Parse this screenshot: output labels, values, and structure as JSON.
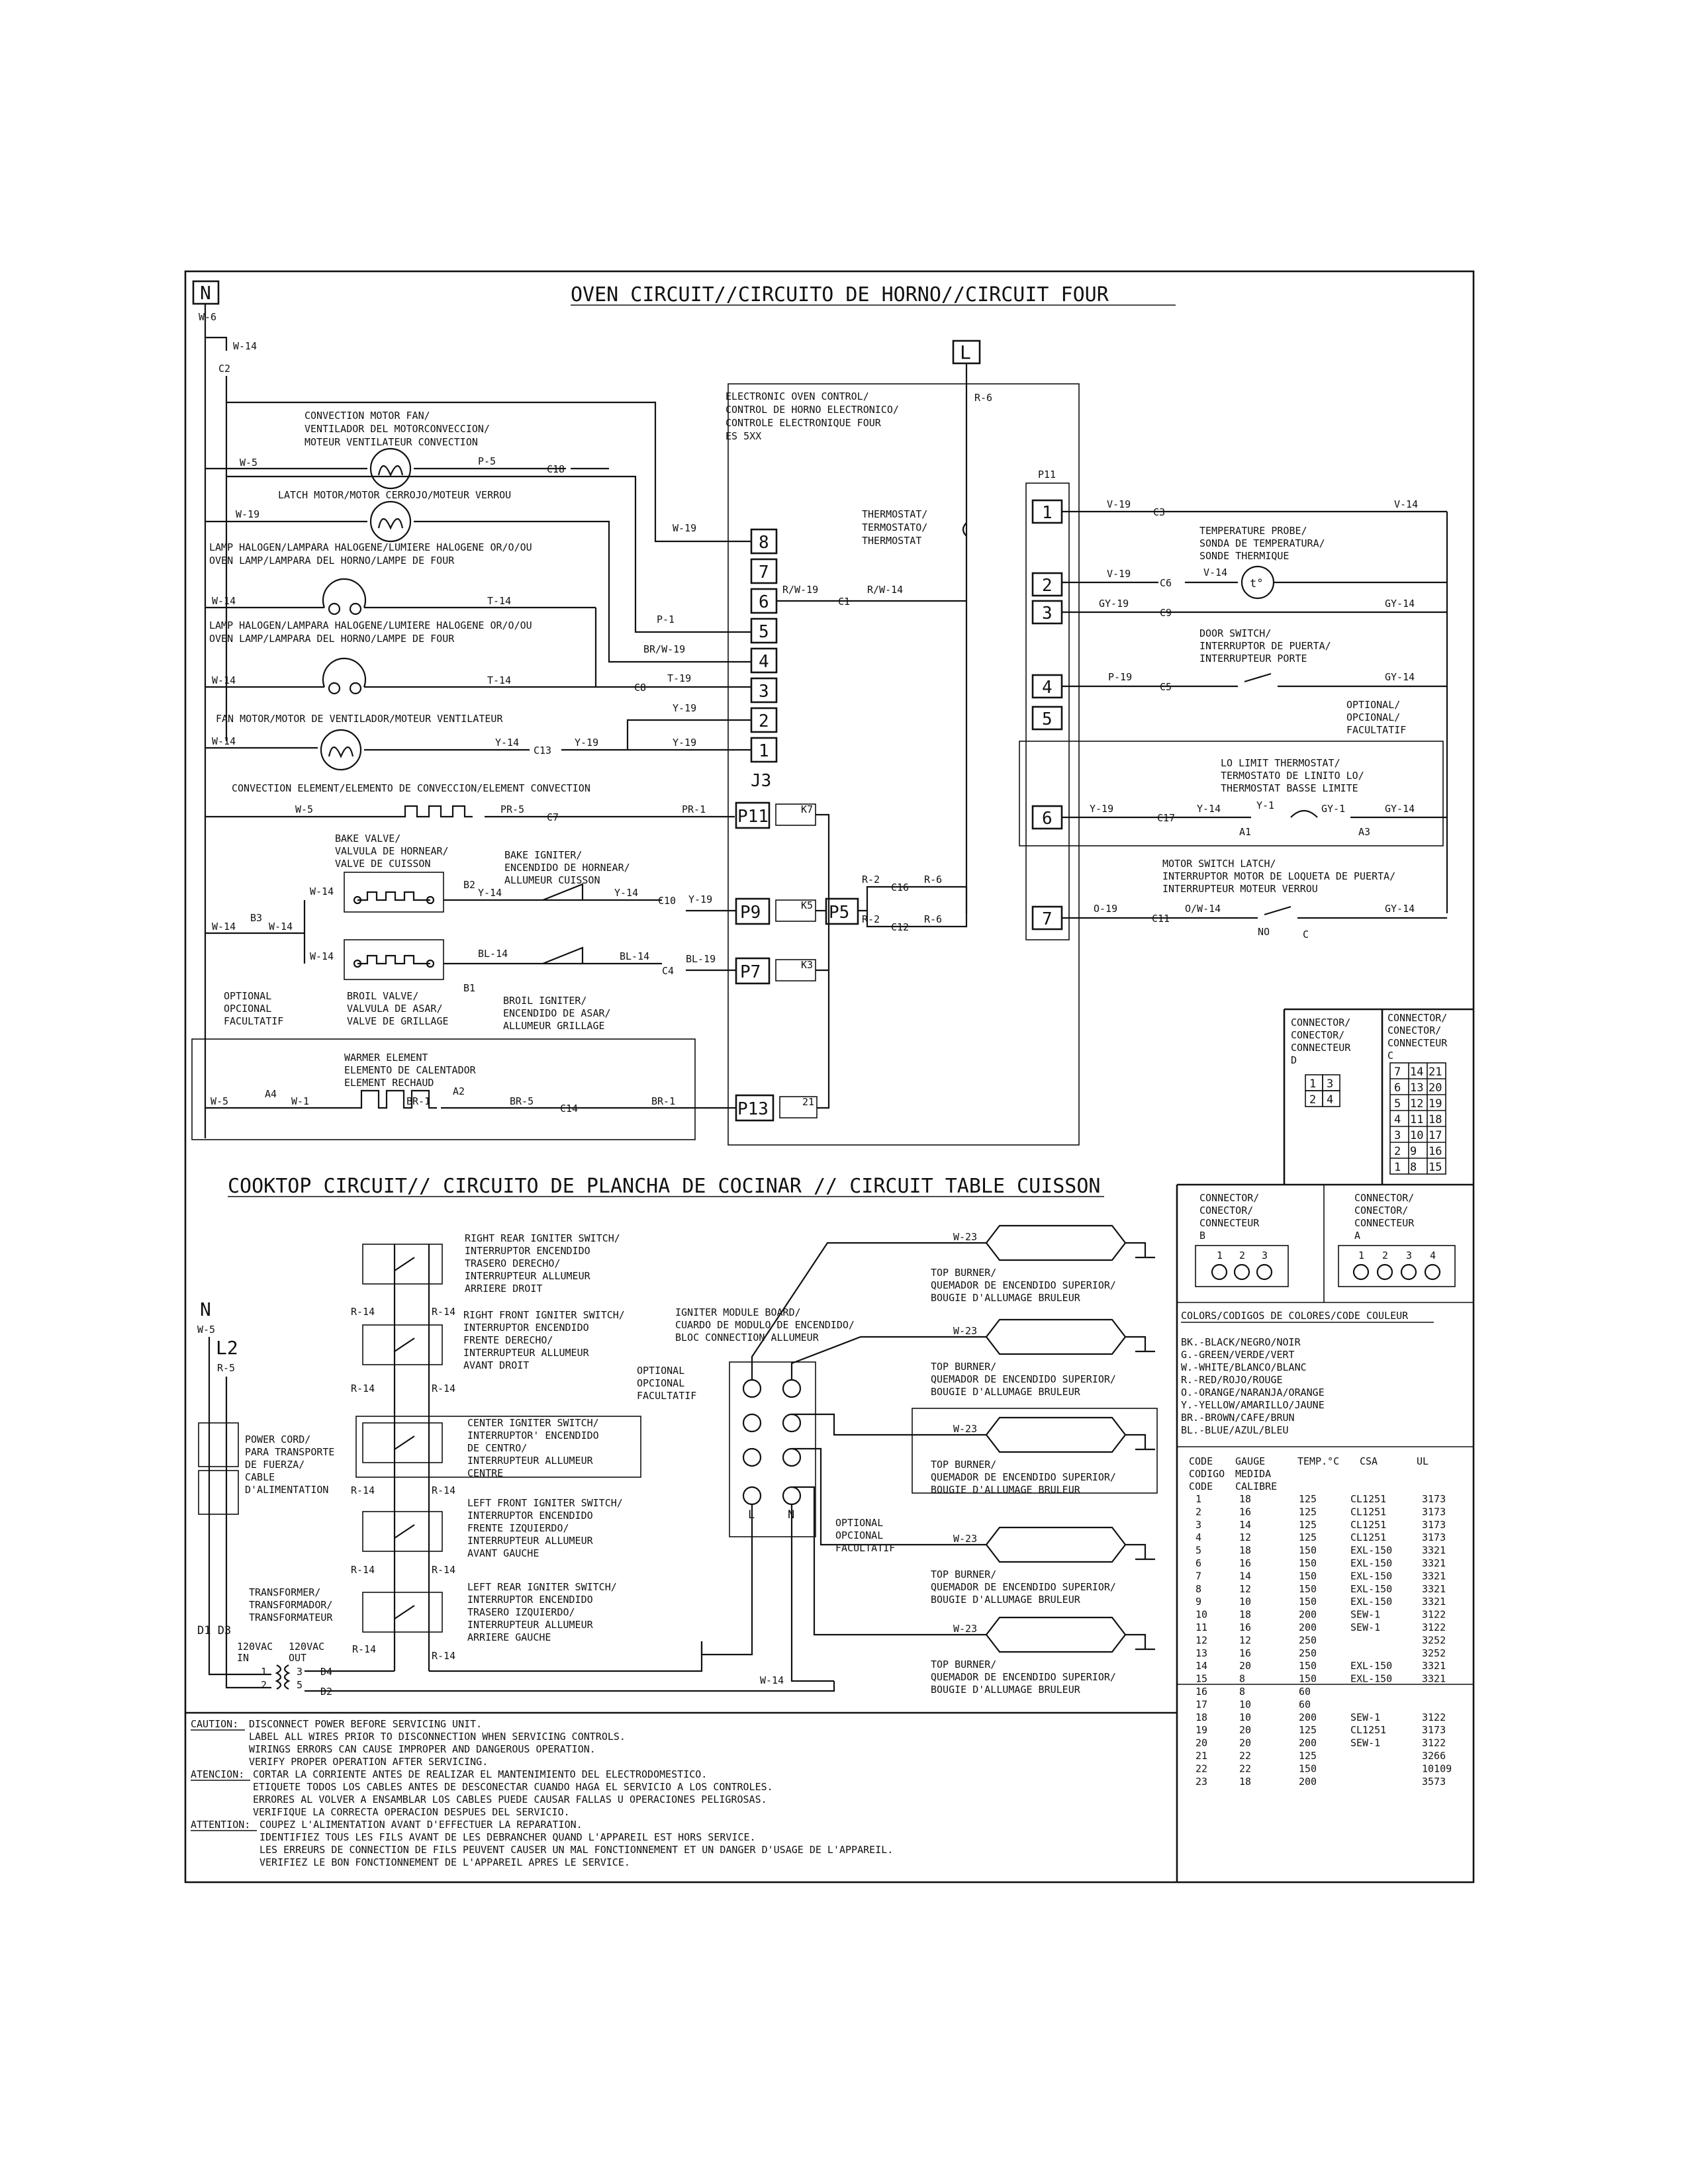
{
  "oven": {
    "title": "OVEN CIRCUIT//CIRCUITO DE HORNO//CIRCUIT FOUR",
    "n": "N",
    "l": "L",
    "eoc": [
      "ELECTRONIC OVEN CONTROL/",
      "CONTROL DE HORNO ELECTRONICO/",
      "CONTROLE ELECTRONIQUE FOUR",
      "ES 5XX"
    ],
    "thermostat": [
      "THERMOSTAT/",
      "TERMOSTATO/",
      "THERMOSTAT"
    ],
    "conv_fan": [
      "CONVECTION MOTOR FAN/",
      "VENTILADOR DEL MOTORCONVECCION/",
      "MOTEUR VENTILATEUR CONVECTION"
    ],
    "latch_motor": "LATCH MOTOR/MOTOR CERROJO/MOTEUR VERROU",
    "lamp1": [
      "LAMP HALOGEN/LAMPARA HALOGENE/LUMIERE HALOGENE OR/O/OU",
      "OVEN LAMP/LAMPARA DEL HORNO/LAMPE DE FOUR"
    ],
    "lamp2": [
      "LAMP HALOGEN/LAMPARA HALOGENE/LUMIERE HALOGENE OR/O/OU",
      "OVEN LAMP/LAMPARA DEL HORNO/LAMPE DE FOUR"
    ],
    "fan_motor": "FAN MOTOR/MOTOR DE VENTILADOR/MOTEUR VENTILATEUR",
    "conv_element": "CONVECTION ELEMENT/ELEMENTO DE CONVECCION/ELEMENT CONVECTION",
    "bake_valve": [
      "BAKE VALVE/",
      "VALVULA DE HORNEAR/",
      "VALVE DE CUISSON"
    ],
    "bake_igniter": [
      "BAKE IGNITER/",
      "ENCENDIDO DE HORNEAR/",
      "ALLUMEUR CUISSON"
    ],
    "broil_valve": [
      "BROIL VALVE/",
      "VALVULA DE ASAR/",
      "VALVE DE GRILLAGE"
    ],
    "broil_igniter": [
      "BROIL IGNITER/",
      "ENCENDIDO DE ASAR/",
      "ALLUMEUR GRILLAGE"
    ],
    "optional": [
      "OPTIONAL",
      "OPCIONAL",
      "FACULTATIF"
    ],
    "optional_slash": [
      "OPTIONAL/",
      "OPCIONAL/",
      "FACULTATIF"
    ],
    "warmer": [
      "WARMER ELEMENT",
      "ELEMENTO DE CALENTADOR",
      "ELEMENT RECHAUD"
    ],
    "temp_probe": [
      "TEMPERATURE PROBE/",
      "SONDA DE TEMPERATURA/",
      "SONDE THERMIQUE"
    ],
    "door_switch": [
      "DOOR SWITCH/",
      "INTERRUPTOR DE PUERTA/",
      "INTERRUPTEUR PORTE"
    ],
    "lo_limit": [
      "LO LIMIT THERMOSTAT/",
      "TERMOSTATO DE LINITO LO/",
      "THERMOSTAT BASSE LIMITE"
    ],
    "motor_latch": [
      "MOTOR SWITCH LATCH/",
      "INTERRUPTOR MOTOR DE LOQUETA DE PUERTA/",
      "INTERRUPTEUR MOTEUR VERROU"
    ],
    "j3": "J3",
    "p11": "P11",
    "j3_pins": [
      "8",
      "7",
      "6",
      "5",
      "4",
      "3",
      "2",
      "1"
    ],
    "p11_pins": [
      "1",
      "2",
      "3",
      "4",
      "5",
      "6",
      "7"
    ],
    "relays": [
      "P11",
      "P9",
      "P7",
      "P13",
      "P5"
    ],
    "relay_tags": [
      "K7",
      "K5",
      "K3",
      "21"
    ],
    "no": "NO",
    "c": "C",
    "wires": {
      "w6": "W-6",
      "w14": "W-14",
      "c2": "C2",
      "w5": "W-5",
      "p5": "P-5",
      "c18": "C18",
      "w19": "W-19",
      "t14": "T-14",
      "p1": "P-1",
      "brw19": "BR/W-19",
      "c8": "C8",
      "t19": "T-19",
      "y19": "Y-19",
      "y14": "Y-14",
      "c13": "C13",
      "pr5": "PR-5",
      "c7": "C7",
      "pr1": "PR-1",
      "rw19": "R/W-19",
      "c1": "C1",
      "rw14": "R/W-14",
      "r6": "R-6",
      "b2": "B2",
      "b3": "B3",
      "b1": "B1",
      "c10": "C10",
      "bl14": "BL-14",
      "bl19": "BL-19",
      "c4": "C4",
      "r2": "R-2",
      "c16": "C16",
      "c12": "C12",
      "a4": "A4",
      "a2": "A2",
      "w1": "W-1",
      "br1": "BR-1",
      "br5": "BR-5",
      "c14": "C14",
      "v19": "V-19",
      "c3": "C3",
      "v14": "V-14",
      "c6": "C6",
      "gy19": "GY-19",
      "c9": "C9",
      "gy14": "GY-14",
      "p19": "P-19",
      "c5": "C5",
      "c17": "C17",
      "a1": "A1",
      "a3": "A3",
      "gy1": "GY-1",
      "y1": "Y-1",
      "o19": "O-19",
      "c11": "C11",
      "ow14": "O/W-14"
    }
  },
  "connectors": {
    "d_label": [
      "CONNECTOR/",
      "CONECTOR/",
      "CONNECTEUR",
      "D"
    ],
    "d_grid": [
      [
        "1",
        "3"
      ],
      [
        "2",
        "4"
      ]
    ],
    "c_label": [
      "CONNECTOR/",
      "CONECTOR/",
      "CONNECTEUR",
      "C"
    ],
    "c_grid": [
      [
        "7",
        "14",
        "21"
      ],
      [
        "6",
        "13",
        "20"
      ],
      [
        "5",
        "12",
        "19"
      ],
      [
        "4",
        "11",
        "18"
      ],
      [
        "3",
        "10",
        "17"
      ],
      [
        "2",
        "9",
        "16"
      ],
      [
        "1",
        "8",
        "15"
      ]
    ],
    "b_label": [
      "CONNECTOR/",
      "CONECTOR/",
      "CONNECTEUR",
      "B"
    ],
    "b_pins": [
      "1",
      "2",
      "3"
    ],
    "a_label": [
      "CONNECTOR/",
      "CONECTOR/",
      "CONNECTEUR",
      "A"
    ],
    "a_pins": [
      "1",
      "2",
      "3",
      "4"
    ]
  },
  "colors": {
    "title": "COLORS/CODIGOS DE COLORES/CODE COULEUR",
    "items": [
      "BK.-BLACK/NEGRO/NOIR",
      "G.-GREEN/VERDE/VERT",
      "W.-WHITE/BLANCO/BLANC",
      "R.-RED/ROJO/ROUGE",
      "O.-ORANGE/NARANJA/ORANGE",
      "Y.-YELLOW/AMARILLO/JAUNE",
      "BR.-BROWN/CAFE/BRUN",
      "BL.-BLUE/AZUL/BLEU"
    ]
  },
  "gauge": {
    "head1": [
      "CODE",
      "GAUGE",
      "TEMP.°C",
      "CSA",
      "UL"
    ],
    "head2": [
      "CODIGO",
      "MEDIDA"
    ],
    "head3": [
      "CODE",
      "CALIBRE"
    ],
    "rows": [
      [
        "1",
        "18",
        "125",
        "CL1251",
        "3173"
      ],
      [
        "2",
        "16",
        "125",
        "CL1251",
        "3173"
      ],
      [
        "3",
        "14",
        "125",
        "CL1251",
        "3173"
      ],
      [
        "4",
        "12",
        "125",
        "CL1251",
        "3173"
      ],
      [
        "5",
        "18",
        "150",
        "EXL-150",
        "3321"
      ],
      [
        "6",
        "16",
        "150",
        "EXL-150",
        "3321"
      ],
      [
        "7",
        "14",
        "150",
        "EXL-150",
        "3321"
      ],
      [
        "8",
        "12",
        "150",
        "EXL-150",
        "3321"
      ],
      [
        "9",
        "10",
        "150",
        "EXL-150",
        "3321"
      ],
      [
        "10",
        "18",
        "200",
        "SEW-1",
        "3122"
      ],
      [
        "11",
        "16",
        "200",
        "SEW-1",
        "3122"
      ],
      [
        "12",
        "12",
        "250",
        "",
        "3252"
      ],
      [
        "13",
        "16",
        "250",
        "",
        "3252"
      ],
      [
        "14",
        "20",
        "150",
        "EXL-150",
        "3321"
      ],
      [
        "15",
        "8",
        "150",
        "EXL-150",
        "3321"
      ],
      [
        "16",
        "8",
        "60",
        "",
        ""
      ],
      [
        "17",
        "10",
        "60",
        "",
        ""
      ],
      [
        "18",
        "10",
        "200",
        "SEW-1",
        "3122"
      ],
      [
        "19",
        "20",
        "125",
        "CL1251",
        "3173"
      ],
      [
        "20",
        "20",
        "200",
        "SEW-1",
        "3122"
      ],
      [
        "21",
        "22",
        "125",
        "",
        "3266"
      ],
      [
        "22",
        "22",
        "150",
        "",
        "10109"
      ],
      [
        "23",
        "18",
        "200",
        "",
        "3573"
      ]
    ]
  },
  "cooktop": {
    "title": "COOKTOP CIRCUIT// CIRCUITO DE PLANCHA DE COCINAR // CIRCUIT TABLE CUISSON",
    "n": "N",
    "l2": "L2",
    "w5": "W-5",
    "r5": "R-5",
    "d1d3": "D1 D3",
    "power_cord": [
      "POWER CORD/",
      "PARA TRANSPORTE",
      "DE FUERZA/",
      "CABLE",
      "D'ALIMENTATION"
    ],
    "transformer": [
      "TRANSFORMER/",
      "TRANSFORMADOR/",
      "TRANSFORMATEUR"
    ],
    "v_in": [
      "120VAC",
      "IN"
    ],
    "v_out": [
      "120VAC",
      "OUT"
    ],
    "tnums": [
      "1",
      "2",
      "3",
      "5"
    ],
    "d4": "D4",
    "d2": "D2",
    "w14": "W-14",
    "r14": "R-14",
    "rr_switch": [
      "RIGHT REAR IGNITER SWITCH/",
      "INTERRUPTOR ENCENDIDO",
      "TRASERO DERECHO/",
      "INTERRUPTEUR ALLUMEUR",
      "ARRIERE DROIT"
    ],
    "rf_switch": [
      "RIGHT FRONT IGNITER SWITCH/",
      "INTERRUPTOR  ENCENDIDO",
      "FRENTE DERECHO/",
      "INTERRUPTEUR ALLUMEUR",
      "AVANT DROIT"
    ],
    "c_switch": [
      "CENTER IGNITER SWITCH/",
      "INTERRUPTOR' ENCENDIDO",
      "DE CENTRO/",
      "INTERRUPTEUR ALLUMEUR",
      "CENTRE"
    ],
    "lf_switch": [
      "LEFT FRONT IGNITER SWITCH/",
      "INTERRUPTOR  ENCENDIDO",
      "FRENTE IZQUIERDO/",
      "INTERRUPTEUR ALLUMEUR",
      "AVANT GAUCHE"
    ],
    "lr_switch": [
      "LEFT REAR IGNITER SWITCH/",
      "INTERRUPTOR ENCENDIDO",
      "TRASERO IZQUIERDO/",
      "INTERRUPTEUR ALLUMEUR",
      "ARRIERE GAUCHE"
    ],
    "module": [
      "IGNITER MODULE BOARD/",
      "CUARDO DE MODULO DE ENCENDIDO/",
      "BLOC CONNECTION ALLUMEUR"
    ],
    "optional": [
      "OPTIONAL",
      "OPCIONAL",
      "FACULTATIF"
    ],
    "burner_wire": "W-23",
    "burner": [
      "TOP BURNER/",
      "QUEMADOR DE ENCENDIDO SUPERIOR/",
      "BOUGIE D'ALLUMAGE BRULEUR"
    ],
    "mod_l": "L",
    "mod_n": "N"
  },
  "caution": {
    "label_en": "CAUTION:",
    "label_es": "ATENCION:",
    "label_fr": "ATTENTION:",
    "en": [
      "DISCONNECT POWER BEFORE SERVICING UNIT.",
      "LABEL ALL WIRES PRIOR TO DISCONNECTION WHEN SERVICING CONTROLS.",
      "WIRINGS ERRORS CAN CAUSE IMPROPER AND DANGEROUS OPERATION.",
      "VERIFY PROPER OPERATION AFTER SERVICING."
    ],
    "es": [
      "CORTAR LA CORRIENTE ANTES DE REALIZAR EL MANTENIMIENTO DEL ELECTRODOMESTICO.",
      "ETIQUETE TODOS LOS CABLES ANTES DE DESCONECTAR CUANDO HAGA EL SERVICIO A LOS CONTROLES.",
      "ERRORES AL VOLVER A ENSAMBLAR LOS CABLES PUEDE CAUSAR FALLAS U OPERACIONES PELIGROSAS.",
      "VERIFIQUE LA CORRECTA OPERACION DESPUES DEL SERVICIO."
    ],
    "fr": [
      "COUPEZ L'ALIMENTATION AVANT D'EFFECTUER LA REPARATION.",
      "IDENTIFIEZ TOUS LES FILS AVANT DE LES DEBRANCHER QUAND L'APPAREIL EST HORS SERVICE.",
      "LES ERREURS DE CONNECTION DE FILS PEUVENT CAUSER UN MAL FONCTIONNEMENT ET UN DANGER D'USAGE DE L'APPAREIL.",
      "VERIFIEZ LE BON FONCTIONNEMENT DE L'APPAREIL APRES LE SERVICE."
    ]
  }
}
